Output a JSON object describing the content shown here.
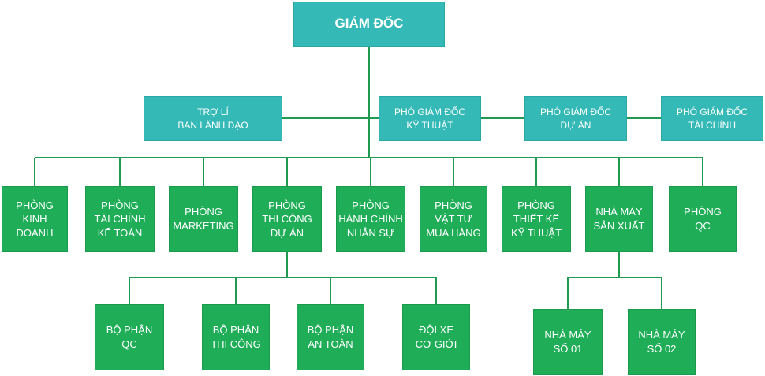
{
  "director": "GIÁM ĐỐC",
  "assistant": "TRỢ LÍ\nBAN LÃNH ĐẠO",
  "deputies": [
    "PHÓ GIÁM ĐỐC\nKỸ THUẬT",
    "PHÓ GIÁM ĐỐC\nDỰ ÁN",
    "PHÓ GIÁM ĐỐC\nTÀI CHÍNH"
  ],
  "departments": [
    "PHÒNG\nKINH\nDOANH",
    "PHÒNG\nTÀI CHÍNH\nKẾ TOÁN",
    "PHÒNG\nMARKETING",
    "PHÒNG\nTHI CÔNG\nDỰ ÁN",
    "PHÒNG\nHÀNH CHÍNH\nNHÂN SỰ",
    "PHÒNG\nVẬT TƯ\nMUA HÀNG",
    "PHÒNG\nTHIẾT KẾ\nKỸ THUẬT",
    "NHÀ MÁY\nSẢN XUẤT",
    "PHÒNG\nQC"
  ],
  "project_units": [
    "BỘ PHẬN\nQC",
    "BỘ PHẬN\nTHI CÔNG",
    "BỘ PHẬN\nAN TOÀN",
    "ĐỘI XE\nCƠ GIỚI"
  ],
  "factories": [
    "NHÀ MÁY\nSỐ 01",
    "NHÀ MÁY\nSỐ 02"
  ],
  "colors": {
    "teal": "#35b9b7",
    "green": "#20ad58",
    "line": "#1f9a50"
  }
}
